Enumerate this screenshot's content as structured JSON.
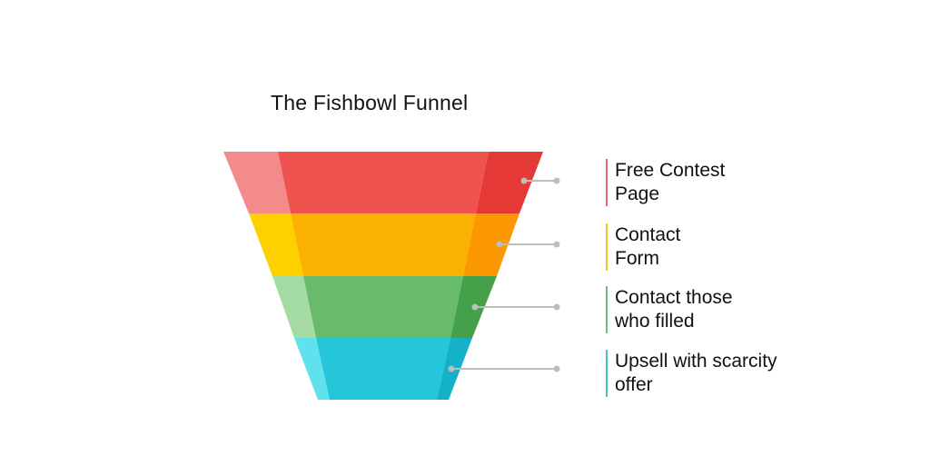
{
  "diagram": {
    "title": "The Fishbowl Funnel",
    "stages": [
      {
        "label": "Free Contest\nPage",
        "colors": {
          "left": "#f48b8b",
          "center": "#ef5350",
          "right": "#e53935",
          "accent": "#e8686b"
        }
      },
      {
        "label": "Contact\nForm",
        "colors": {
          "left": "#ffd000",
          "center": "#fbb100",
          "right": "#fb9700",
          "accent": "#f9c21a"
        }
      },
      {
        "label": "Contact those\nwho filled",
        "colors": {
          "left": "#a3dba3",
          "center": "#67bb6b",
          "right": "#45a04a",
          "accent": "#6fbf73"
        }
      },
      {
        "label": "Upsell with scarcity\noffer",
        "colors": {
          "left": "#5fe2ee",
          "center": "#26c6da",
          "right": "#14b1c9",
          "accent": "#3fc6c6"
        }
      }
    ],
    "connector_color": "#bdbdbd"
  }
}
